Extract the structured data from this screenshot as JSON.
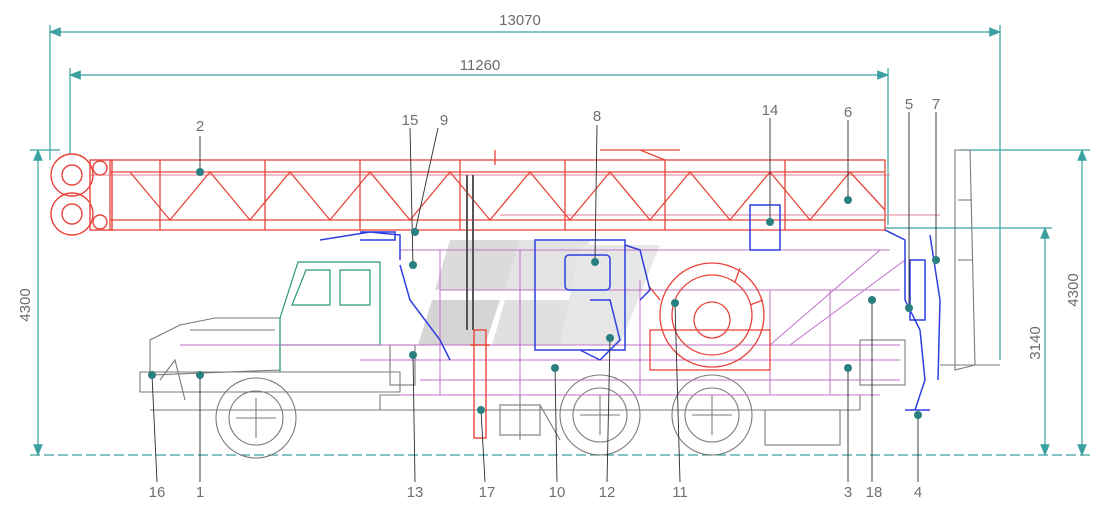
{
  "dimensions": {
    "overall_length": "13070",
    "mast_length": "11260",
    "height_left": "4300",
    "height_right": "4300",
    "height_inner": "3140"
  },
  "callouts": {
    "c1": "1",
    "c2": "2",
    "c3": "3",
    "c4": "4",
    "c5": "5",
    "c6": "6",
    "c7": "7",
    "c8": "8",
    "c9": "9",
    "c10": "10",
    "c11": "11",
    "c12": "12",
    "c13": "13",
    "c14": "14",
    "c15": "15",
    "c16": "16",
    "c17": "17",
    "c18": "18"
  },
  "colors": {
    "mast": "#e8443a",
    "hydraulics": "#2f3fe0",
    "chassis": "#7a7a7a",
    "cab": "#2a9a6e",
    "frame": "#b060c0",
    "dimension": "#3aa0a0",
    "leader": "#2d2d2d"
  }
}
